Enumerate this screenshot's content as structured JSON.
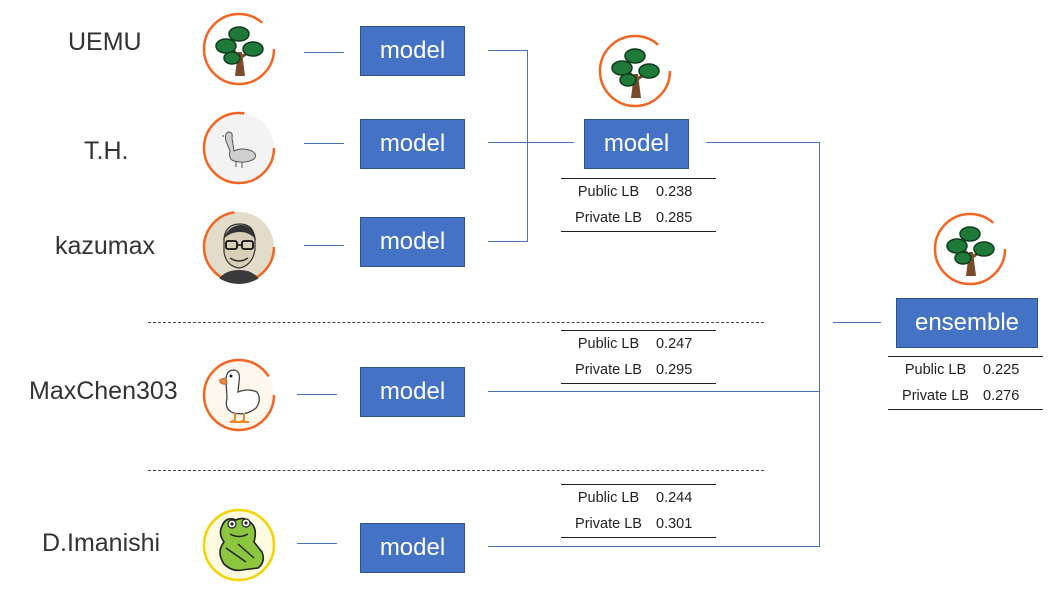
{
  "members": [
    {
      "name": "UEMU",
      "avatar": "pine-tree-icon",
      "model_label": "model"
    },
    {
      "name": "T.H.",
      "avatar": "goose-icon",
      "model_label": "model"
    },
    {
      "name": "kazumax",
      "avatar": "person-portrait-icon",
      "model_label": "model"
    },
    {
      "name": "MaxChen303",
      "avatar": "duck-icon",
      "model_label": "model"
    },
    {
      "name": "D.Imanishi",
      "avatar": "frog-icon",
      "model_label": "model"
    }
  ],
  "merged_model": {
    "label": "model",
    "avatar": "pine-tree-icon"
  },
  "ensemble": {
    "label": "ensemble",
    "avatar": "pine-tree-icon"
  },
  "scores": {
    "merged": {
      "public_label": "Public LB",
      "public": "0.238",
      "private_label": "Private LB",
      "private": "0.285"
    },
    "maxchen": {
      "public_label": "Public LB",
      "public": "0.247",
      "private_label": "Private LB",
      "private": "0.295"
    },
    "imanishi": {
      "public_label": "Public LB",
      "public": "0.244",
      "private_label": "Private LB",
      "private": "0.301"
    },
    "ensemble": {
      "public_label": "Public LB",
      "public": "0.225",
      "private_label": "Private LB",
      "private": "0.276"
    }
  },
  "colors": {
    "box": "#4472c4",
    "ring_orange": "#f26522",
    "ring_yellow": "#f5d300",
    "connector": "#4a74b8"
  }
}
